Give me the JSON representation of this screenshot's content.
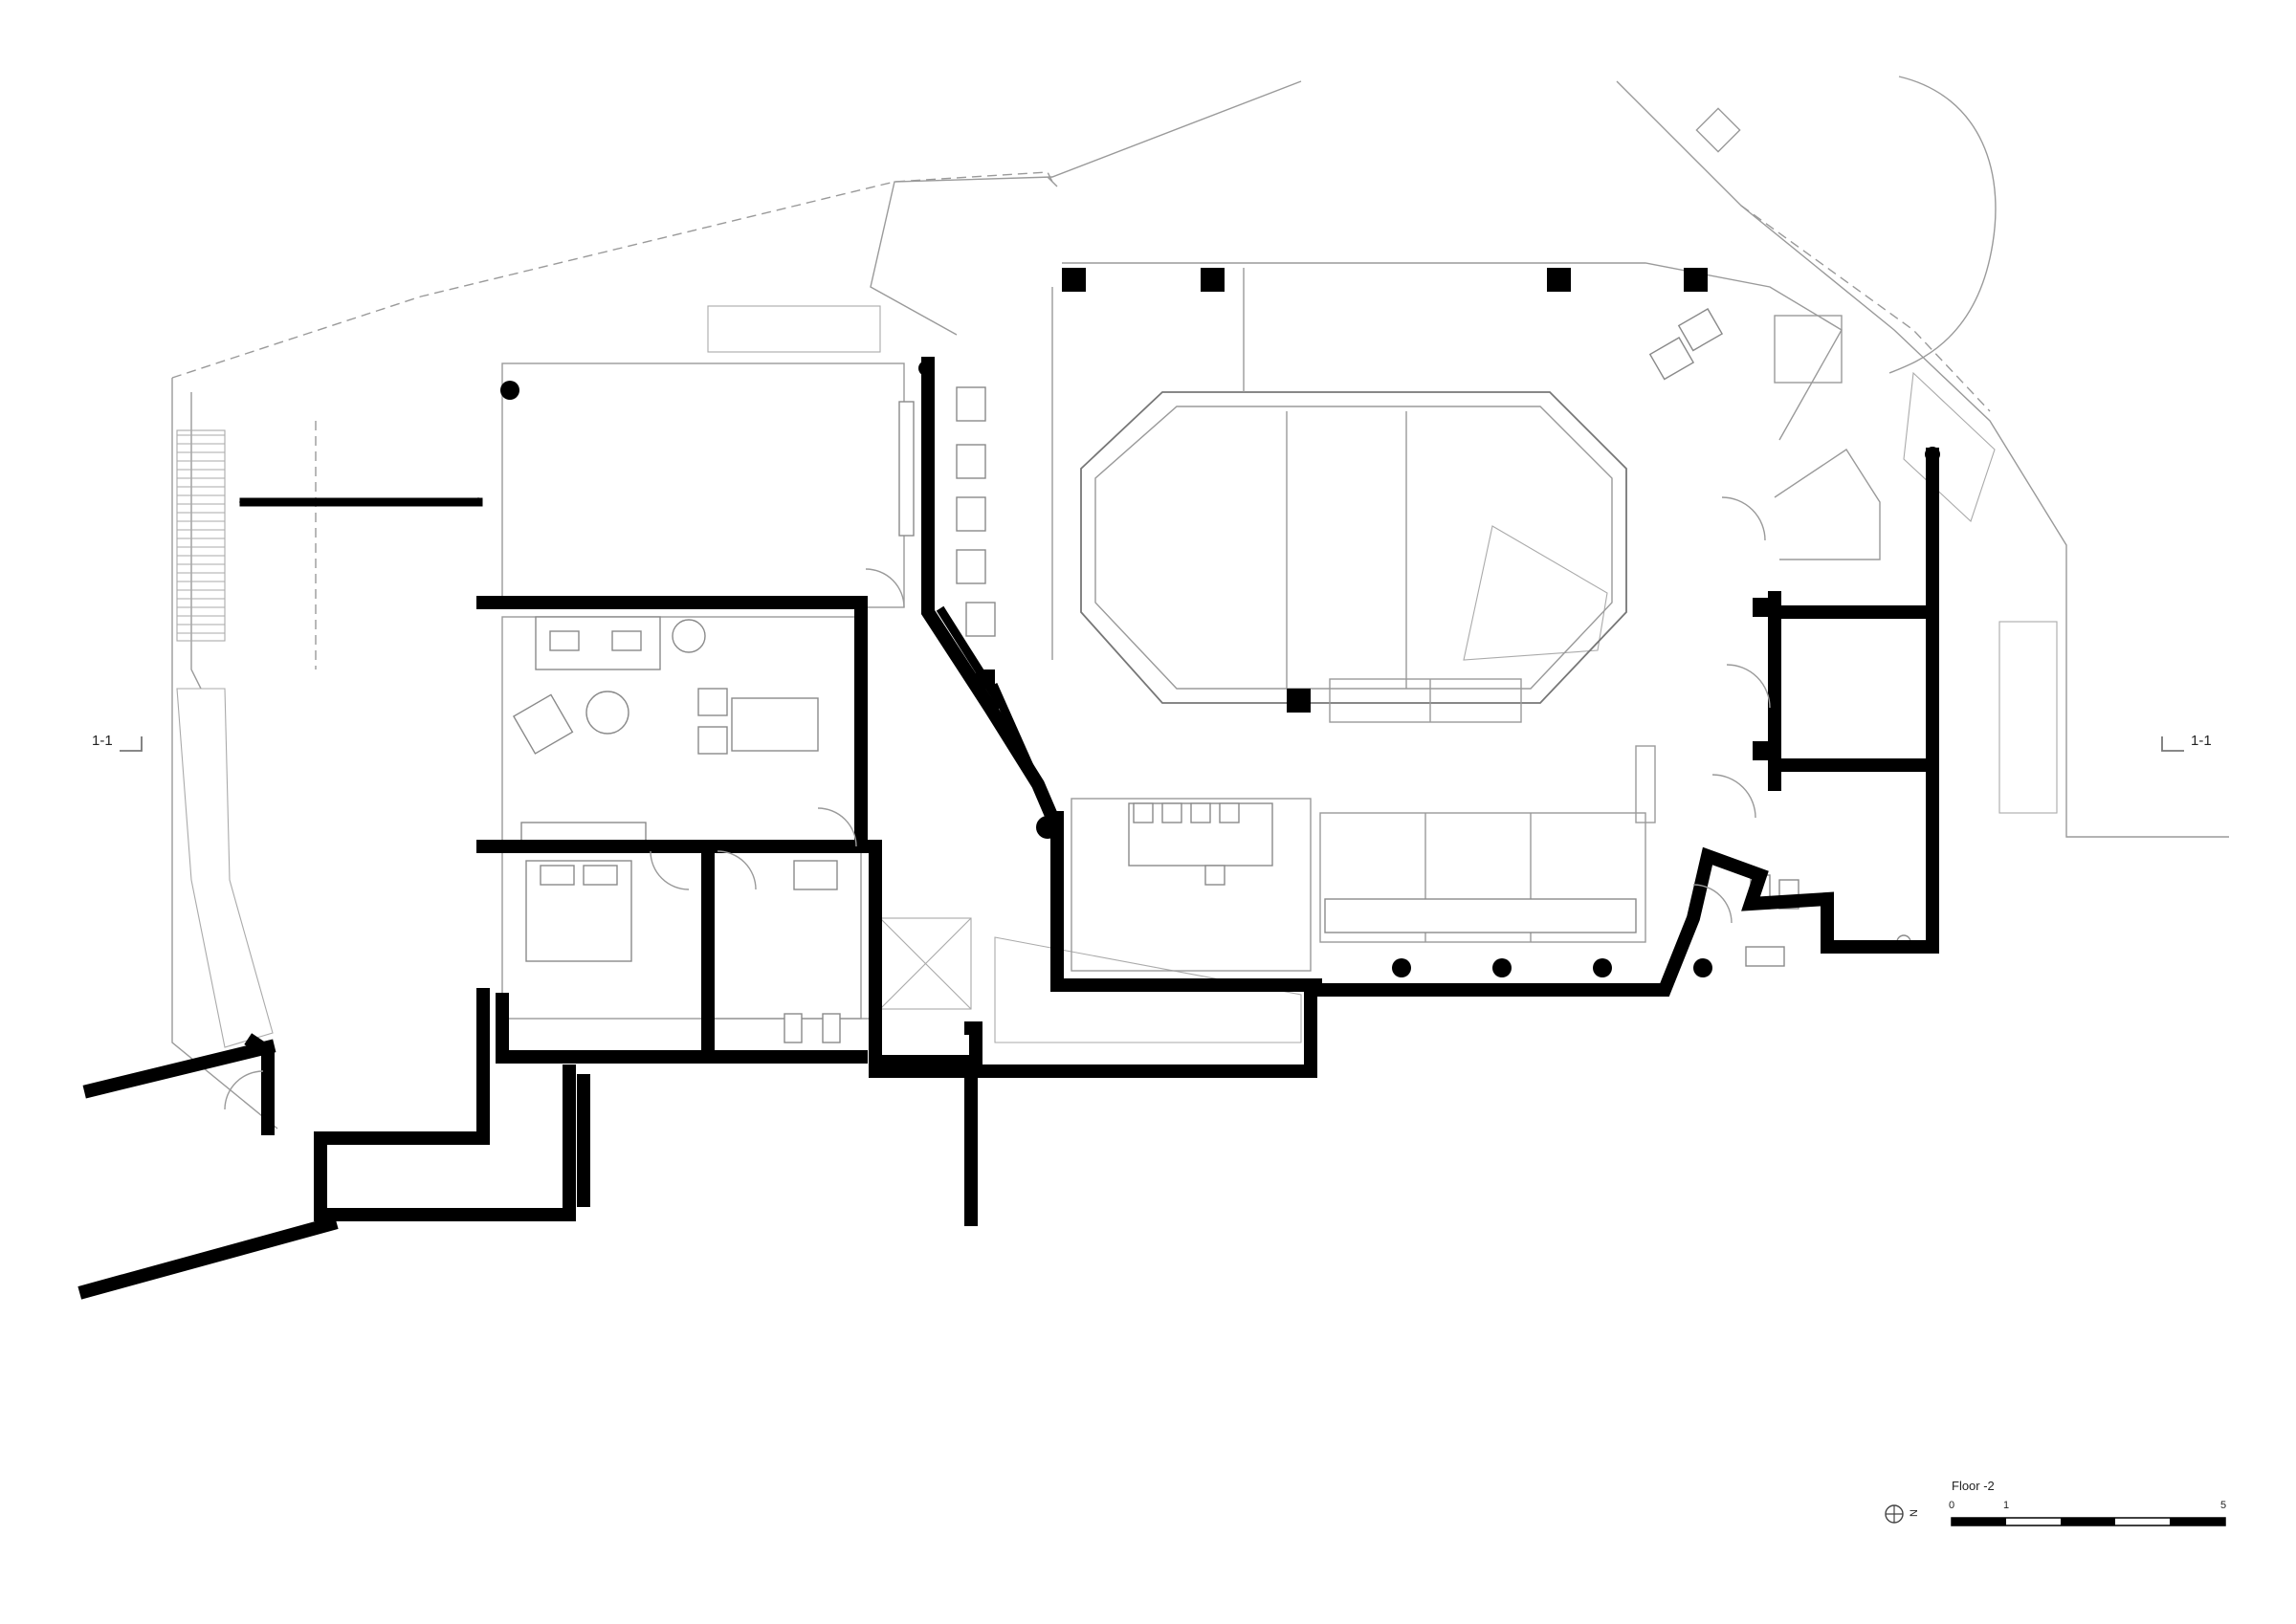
{
  "section_marks": {
    "left": "1-1",
    "right": "1-1"
  },
  "legend": {
    "floor_title": "Floor -2",
    "north_label": "N",
    "scale_ticks": [
      "0",
      "1",
      "5"
    ]
  }
}
